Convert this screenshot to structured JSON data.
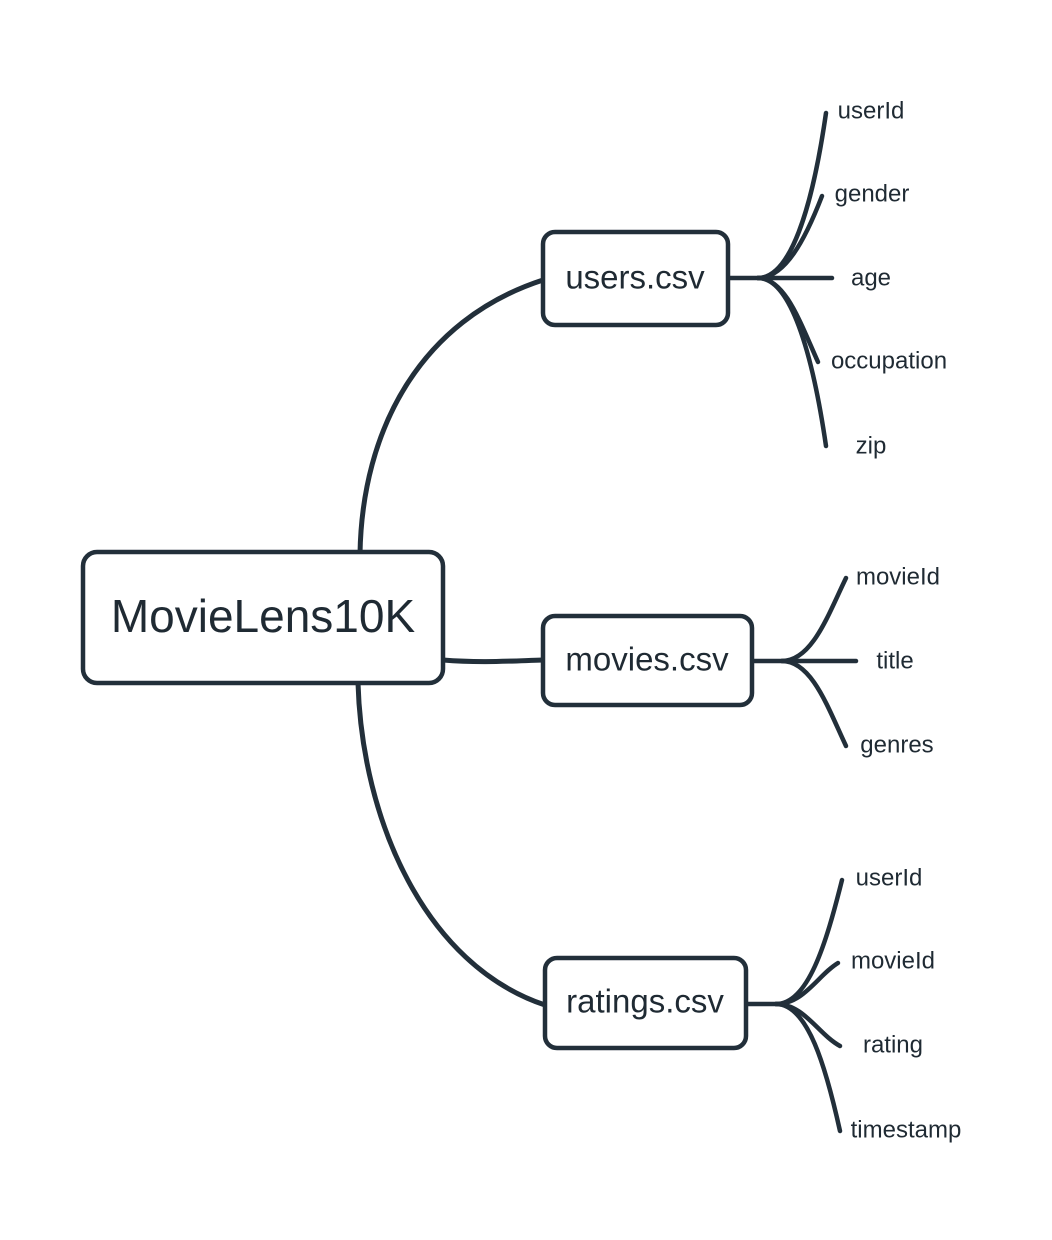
{
  "diagram": {
    "type": "mindmap",
    "orientation": "left-to-right",
    "background_color": "#ffffff",
    "stroke_color": "#222f3a",
    "text_color": "#1f2a33",
    "root": {
      "label": "MovieLens10K"
    },
    "branches": [
      {
        "label": "users.csv",
        "leaves": [
          {
            "label": "userId"
          },
          {
            "label": "gender"
          },
          {
            "label": "age"
          },
          {
            "label": "occupation"
          },
          {
            "label": "zip"
          }
        ]
      },
      {
        "label": "movies.csv",
        "leaves": [
          {
            "label": "movieId"
          },
          {
            "label": "title"
          },
          {
            "label": "genres"
          }
        ]
      },
      {
        "label": "ratings.csv",
        "leaves": [
          {
            "label": "userId"
          },
          {
            "label": "movieId"
          },
          {
            "label": "rating"
          },
          {
            "label": "timestamp"
          }
        ]
      }
    ]
  }
}
